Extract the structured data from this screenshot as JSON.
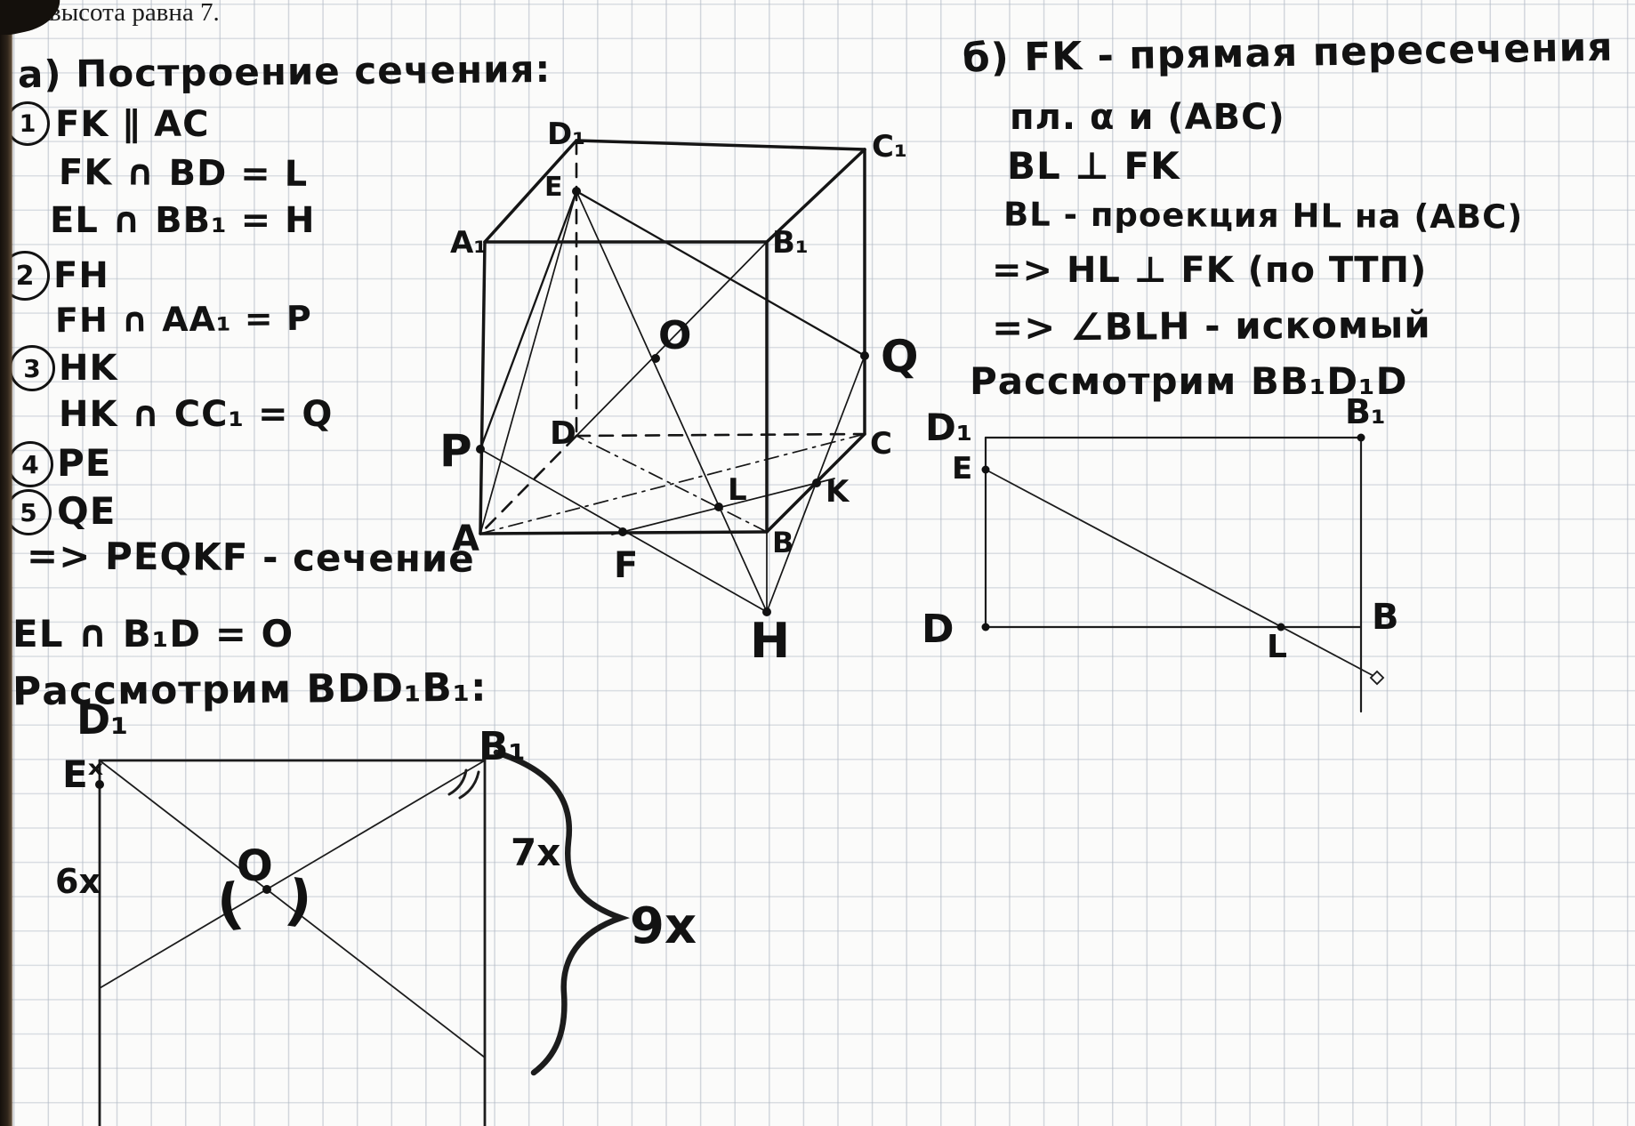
{
  "header": {
    "text": "высота равна 7."
  },
  "left": {
    "badges": [
      "1",
      "2",
      "3",
      "4",
      "5"
    ],
    "lines": [
      "а) Построение сечения:",
      "FK ∥ AC",
      "FK ∩ BD = L",
      "EL ∩ BB₁ = H",
      "FH",
      "FH ∩ AA₁ = P",
      "HK",
      "HK ∩ CC₁ = Q",
      "PE",
      "QE",
      "=> PEQKF - сечение",
      "EL ∩ B₁D = O",
      "Рассмотрим BDD₁B₁:"
    ]
  },
  "right": {
    "lines": [
      "б) FK - прямая пересечения",
      "пл. α и (ABC)",
      "BL ⊥ FK",
      "BL - проекция HL на (ABC)",
      "=> HL ⊥ FK (по ТТП)",
      "=> ∠BLH - искомый",
      "Рассмотрим BB₁D₁D"
    ]
  },
  "cube": {
    "labels": {
      "D1": "D₁",
      "C1": "C₁",
      "A1": "A₁",
      "B1": "B₁",
      "E": "E",
      "O": "O",
      "D": "D",
      "P": "P",
      "Q": "Q",
      "C": "C",
      "L": "L",
      "K": "K",
      "A": "A",
      "F": "F",
      "B": "B",
      "H": "H"
    }
  },
  "plane_right": {
    "labels": {
      "D1": "D₁",
      "B1": "B₁",
      "E": "E",
      "D": "D",
      "B": "B",
      "L": "L"
    }
  },
  "plane_bottom": {
    "labels": {
      "D1": "D₁",
      "B1": "B₁",
      "E": "Eˣ",
      "O": "O"
    },
    "marks": {
      "six": "6x",
      "seven": "7x",
      "nine": "9x",
      "paren_open": "(",
      "paren_close": ")"
    }
  }
}
